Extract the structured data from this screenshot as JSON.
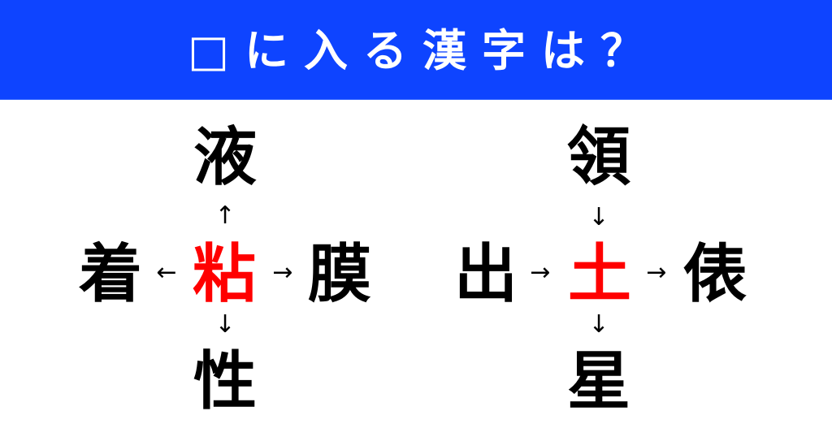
{
  "header": {
    "title": "□に入る漢字は？",
    "background_color": "#0E44FF",
    "text_color": "#FFFFFF"
  },
  "puzzles": [
    {
      "center": "粘",
      "top": "液",
      "left": "着",
      "right": "膜",
      "bottom": "性",
      "arrows": {
        "top": "↑",
        "left": "←",
        "right": "→",
        "bottom": "↓"
      },
      "words": [
        "粘液",
        "粘着",
        "粘膜",
        "粘性"
      ]
    },
    {
      "center": "土",
      "top": "領",
      "left": "出",
      "right": "俵",
      "bottom": "星",
      "arrows": {
        "top": "↓",
        "left": "→",
        "right": "→",
        "bottom": "↓"
      },
      "words": [
        "領土",
        "出土",
        "土俵",
        "土星"
      ]
    }
  ],
  "colors": {
    "answer": "#FF0000",
    "clue": "#000000"
  }
}
